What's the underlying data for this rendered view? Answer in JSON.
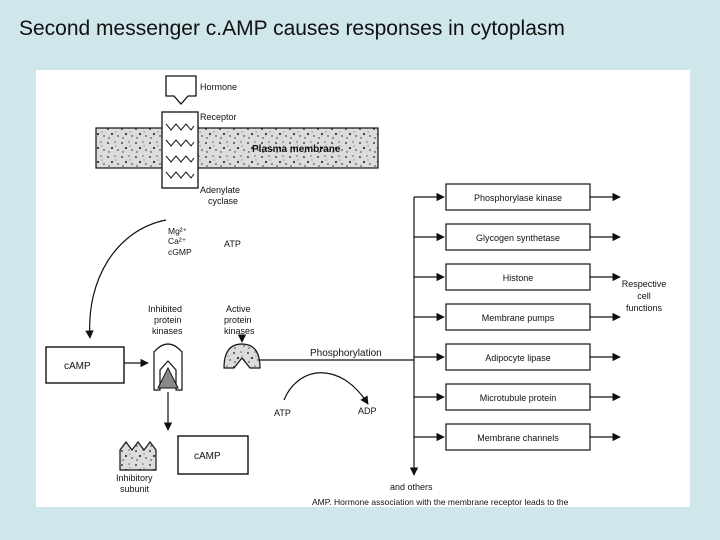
{
  "slide": {
    "title": "Second messenger c.AMP causes responses in cytoplasm"
  },
  "figure": {
    "hormone": "Hormone",
    "receptor": "Receptor",
    "plasma_membrane": "Plasma membrane",
    "adenylate_line1": "Adenylate",
    "adenylate_line2": "cyclase",
    "cofactor_mg": "Mg²⁺",
    "cofactor_ca": "Ca²⁺",
    "cofactor_cgmp": "cGMP",
    "atp_top": "ATP",
    "camp_box": "cAMP",
    "inhibited_line1": "Inhibited",
    "inhibited_line2": "protein",
    "inhibited_line3": "kinases",
    "active_line1": "Active",
    "active_line2": "protein",
    "active_line3": "kinases",
    "phosphorylation": "Phosphorylation",
    "atp_bottom": "ATP",
    "adp": "ADP",
    "camp_box2": "cAMP",
    "inhibitory_line1": "Inhibitory",
    "inhibitory_line2": "subunit",
    "and_others": "and others",
    "targets": [
      "Phosphorylase kinase",
      "Glycogen synthetase",
      "Histone",
      "Membrane pumps",
      "Adipocyte lipase",
      "Microtubule protein",
      "Membrane channels"
    ],
    "respective_line1": "Respective",
    "respective_line2": "cell",
    "respective_line3": "functions",
    "caption_fragment": "AMP. Hormone association with the membrane receptor leads to the"
  },
  "colors": {
    "background": "#cfe6ea",
    "figure": "#ffffff",
    "ink": "#111111"
  }
}
